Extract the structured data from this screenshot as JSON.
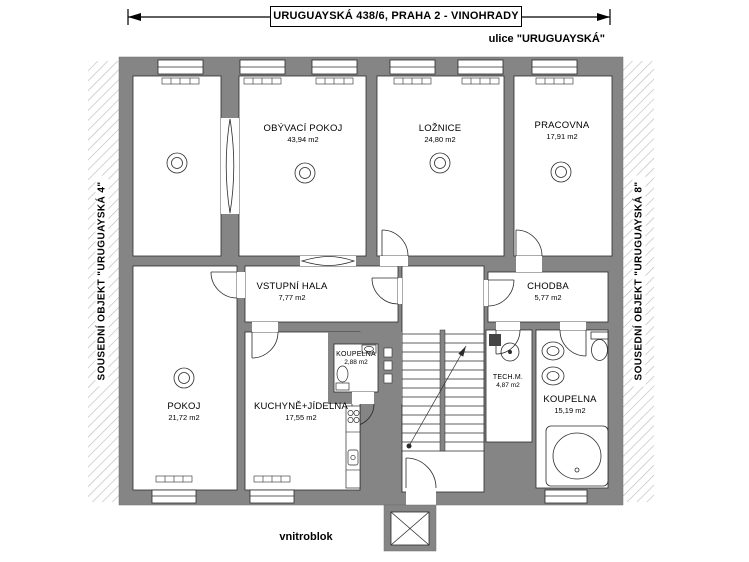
{
  "header": {
    "title": "URUGUAYSKÁ 438/6, PRAHA 2 - VINOHRADY",
    "street": "ulice \"URUGUAYSKÁ\""
  },
  "sides": {
    "left": "SOUSEDNÍ OBJEKT \"URUGUAYSKÁ 4\"",
    "right": "SOUSEDNÍ OBJEKT \"URUGUAYSKÁ 8\""
  },
  "footer": {
    "courtyard": "vnitroblok"
  },
  "rooms": [
    {
      "id": "obyvaci-pokoj",
      "name": "OBÝVACÍ POKOJ",
      "area": "43,94 m2"
    },
    {
      "id": "loznice",
      "name": "LOŽNICE",
      "area": "24,80 m2"
    },
    {
      "id": "pracovna",
      "name": "PRACOVNA",
      "area": "17,91 m2"
    },
    {
      "id": "vstupni-hala",
      "name": "VSTUPNÍ HALA",
      "area": "7,77 m2"
    },
    {
      "id": "chodba",
      "name": "CHODBA",
      "area": "5,77 m2"
    },
    {
      "id": "pokoj",
      "name": "POKOJ",
      "area": "21,72 m2"
    },
    {
      "id": "kuchyne-jidelna",
      "name": "KUCHYNĚ+JÍDELNA",
      "area": "17,55 m2"
    },
    {
      "id": "koupelna-mala",
      "name": "KOUPELNA",
      "area": "2,88 m2"
    },
    {
      "id": "tech-m",
      "name": "TECH.M.",
      "area": "4,87 m2"
    },
    {
      "id": "koupelna",
      "name": "KOUPELNA",
      "area": "15,19 m2"
    }
  ],
  "colors": {
    "wall": "#858585",
    "hatch_line": "#bdbdbd",
    "line": "#2b2b2b",
    "background": "#ffffff"
  }
}
